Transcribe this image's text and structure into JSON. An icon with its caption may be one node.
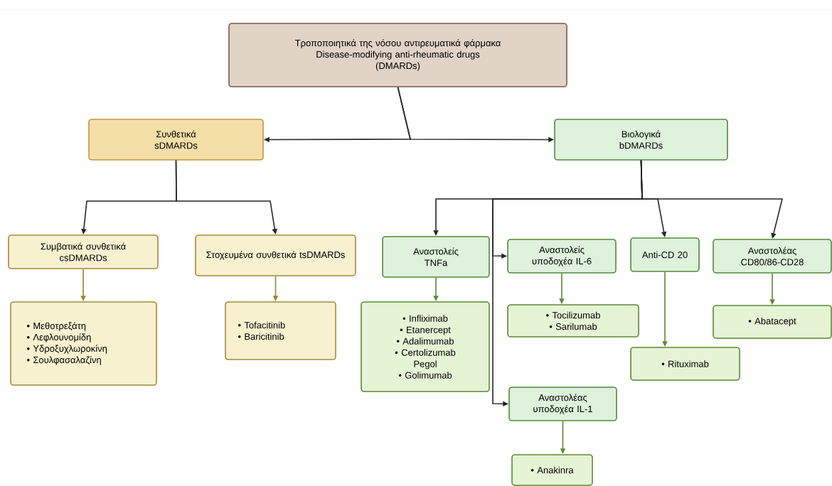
{
  "diagram": {
    "nodes": [
      {
        "text": [
          "Τροποποιητικά της νόσου αντιρευματικά φάρμακα",
          "Disease-modifying anti-rheumatic drugs",
          "(DMARDs)"
        ]
      },
      {
        "text": [
          "Συνθετικά sDMARDs"
        ]
      },
      {
        "text": [
          "Βιολογικά bDMARDs"
        ]
      },
      {
        "text": [
          "Συμβατικά συνθετικά csDMARDs"
        ]
      },
      {
        "text": [
          "Στοχευμένα συνθετικά tsDMARDs"
        ]
      },
      {
        "text": [
          "• Μεθοτρεξάτη",
          "• Λεφλουνομίδη",
          "• Υδροξυχλωροκίνη",
          "• Σουλφασαλαζίνη"
        ]
      },
      {
        "text": [
          "• Tofacitinib",
          "• Baricitinib"
        ]
      },
      {
        "text": [
          "Αναστολείς TNFa"
        ]
      },
      {
        "text": [
          "Αναστολείς υποδοχέα IL-6"
        ]
      },
      {
        "text": [
          "Anti-CD 20"
        ]
      },
      {
        "text": [
          "Αναστολέας CD80/86-CD28"
        ]
      },
      {
        "text": [
          "• Infliximab",
          "• Etanercept",
          "• Adalimumab",
          "• Certolizumab Pegol",
          "• Golimumab"
        ]
      },
      {
        "text": [
          "• Tocilizumab",
          "• Sarilumab"
        ]
      },
      {
        "text": [
          "Αναστολέας υποδοχέα IL-1"
        ]
      },
      {
        "text": [
          "• Rituximab"
        ]
      },
      {
        "text": [
          "• Abatacept"
        ]
      },
      {
        "text": [
          "• Anakinra"
        ]
      }
    ],
    "edges": [
      {
        "from": 0,
        "to": 1,
        "arrow": "to"
      },
      {
        "from": 0,
        "to": 2,
        "arrow": "to"
      },
      {
        "from": 1,
        "to": 3,
        "arrow": "to"
      },
      {
        "from": 1,
        "to": 4,
        "arrow": "to"
      },
      {
        "from": 2,
        "to": 7,
        "arrow": "to"
      },
      {
        "from": 2,
        "to": 8,
        "arrow": "to"
      },
      {
        "from": 2,
        "to": 13,
        "arrow": "to"
      },
      {
        "from": 2,
        "to": 9,
        "arrow": "to"
      },
      {
        "from": 2,
        "to": 10,
        "arrow": "to"
      },
      {
        "from": 3,
        "to": 5,
        "arrow": "to",
        "color": "#9a8430"
      },
      {
        "from": 4,
        "to": 6,
        "arrow": "to",
        "color": "#9a8430"
      },
      {
        "from": 7,
        "to": 11,
        "arrow": "to",
        "color": "#5a8a32"
      },
      {
        "from": 8,
        "to": 12,
        "arrow": "to",
        "color": "#5a8a32"
      },
      {
        "from": 9,
        "to": 14,
        "arrow": "to",
        "color": "#5a8a32"
      },
      {
        "from": 10,
        "to": 15,
        "arrow": "to",
        "color": "#5a8a32"
      },
      {
        "from": 13,
        "to": 16,
        "arrow": "to",
        "color": "#5a8a32"
      }
    ]
  }
}
